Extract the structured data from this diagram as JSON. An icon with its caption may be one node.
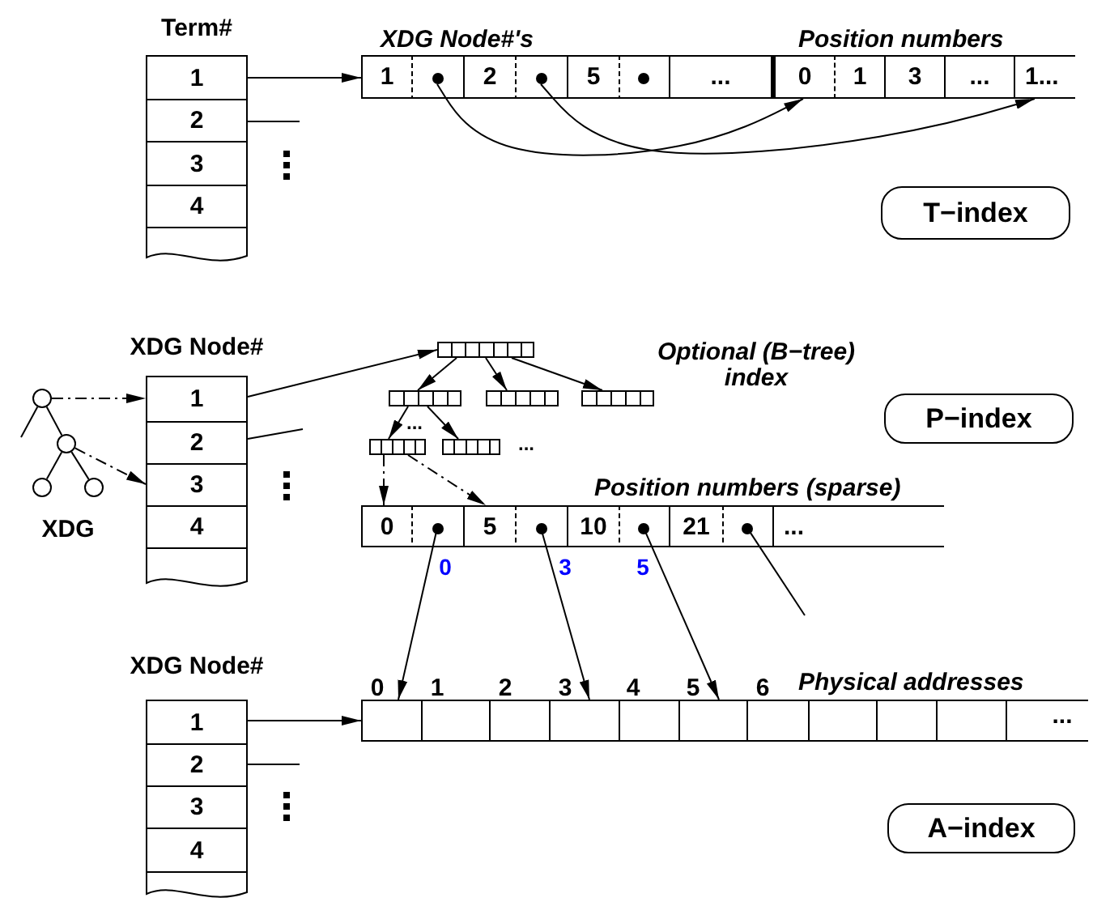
{
  "diagram": {
    "nodes": [
      {
        "text": [
          "Term#"
        ]
      },
      {
        "text": [
          "1"
        ],
        "in": 0
      },
      {
        "text": [
          "2"
        ],
        "in": 0
      },
      {
        "text": [
          "3"
        ],
        "in": 0
      },
      {
        "text": [
          "4"
        ],
        "in": 0
      },
      {
        "text": [],
        "shape": "box",
        "in": 0
      },
      {
        "text": [
          "XDG Node#'s",
          "Position numbers"
        ]
      },
      {
        "text": [
          "1"
        ],
        "in": 6
      },
      {
        "text": [],
        "shape": "circle",
        "in": 6
      },
      {
        "text": [
          "2"
        ],
        "in": 6
      },
      {
        "text": [],
        "shape": "circle",
        "in": 6
      },
      {
        "text": [
          "5"
        ],
        "in": 6
      },
      {
        "text": [],
        "shape": "circle",
        "in": 6
      },
      {
        "text": [
          "..."
        ],
        "in": 6
      },
      {
        "text": [
          "0"
        ],
        "in": 6
      },
      {
        "text": [
          "1"
        ],
        "in": 6
      },
      {
        "text": [
          "3"
        ],
        "in": 6
      },
      {
        "text": [
          "..."
        ],
        "in": 6
      },
      {
        "text": [
          "1..."
        ],
        "in": 6
      },
      {
        "text": [
          "T−index"
        ]
      },
      {
        "text": [],
        "shape": "circle"
      },
      {
        "text": [],
        "shape": "circle"
      },
      {
        "text": [],
        "shape": "circle"
      },
      {
        "text": [],
        "shape": "circle"
      },
      {
        "text": [
          "XDG Node#"
        ]
      },
      {
        "text": [
          "1"
        ],
        "in": 24
      },
      {
        "text": [
          "2"
        ],
        "in": 24
      },
      {
        "text": [
          "3"
        ],
        "in": 24
      },
      {
        "text": [
          "4"
        ],
        "in": 24
      },
      {
        "text": [],
        "shape": "box",
        "in": 24
      },
      {
        "text": [],
        "shape": "box"
      },
      {
        "text": [],
        "shape": "box"
      },
      {
        "text": [],
        "shape": "box"
      },
      {
        "text": [],
        "shape": "box"
      },
      {
        "text": [],
        "shape": "box"
      },
      {
        "text": [],
        "shape": "box"
      },
      {
        "text": [
          "Position numbers (sparse)"
        ]
      },
      {
        "text": [
          "0"
        ],
        "in": 36
      },
      {
        "text": [],
        "shape": "circle",
        "in": 36
      },
      {
        "text": [
          "5"
        ],
        "in": 36
      },
      {
        "text": [],
        "shape": "circle",
        "in": 36
      },
      {
        "text": [
          "10"
        ],
        "in": 36
      },
      {
        "text": [],
        "shape": "circle",
        "in": 36
      },
      {
        "text": [
          "21"
        ],
        "in": 36
      },
      {
        "text": [],
        "shape": "circle",
        "in": 36
      },
      {
        "text": [
          "..."
        ],
        "in": 36
      },
      {
        "text": [
          "P−index"
        ]
      },
      {
        "text": [
          "XDG Node#"
        ]
      },
      {
        "text": [
          "1"
        ],
        "in": 47
      },
      {
        "text": [
          "2"
        ],
        "in": 47
      },
      {
        "text": [
          "3"
        ],
        "in": 47
      },
      {
        "text": [
          "4"
        ],
        "in": 47
      },
      {
        "text": [],
        "shape": "box",
        "in": 47
      },
      {
        "text": [
          "Physical addresses"
        ]
      },
      {
        "text": [],
        "shape": "box",
        "in": 53
      },
      {
        "text": [],
        "shape": "box",
        "in": 53
      },
      {
        "text": [],
        "shape": "box",
        "in": 53
      },
      {
        "text": [],
        "shape": "box",
        "in": 53
      },
      {
        "text": [],
        "shape": "box",
        "in": 53
      },
      {
        "text": [],
        "shape": "box",
        "in": 53
      },
      {
        "text": [],
        "shape": "box",
        "in": 53
      },
      {
        "text": [],
        "shape": "box",
        "in": 53
      },
      {
        "text": [],
        "shape": "box",
        "in": 53
      },
      {
        "text": [],
        "shape": "box",
        "in": 53
      },
      {
        "text": [],
        "shape": "box",
        "in": 53
      },
      {
        "text": [
          "A−index"
        ]
      }
    ],
    "edges": [
      {
        "from": 1,
        "to": 6,
        "arrow": "to"
      },
      {
        "from": 2,
        "to": null,
        "arrow": "none"
      },
      {
        "from": 8,
        "to": 14,
        "arrow": "to"
      },
      {
        "from": 10,
        "to": 18,
        "arrow": "to"
      },
      {
        "from": 20,
        "to": 21,
        "arrow": "none"
      },
      {
        "from": 20,
        "to": null,
        "arrow": "none"
      },
      {
        "from": 21,
        "to": 22,
        "arrow": "none"
      },
      {
        "from": 21,
        "to": 23,
        "arrow": "none"
      },
      {
        "from": 20,
        "to": 25,
        "arrow": "to",
        "style": "dashed"
      },
      {
        "from": 21,
        "to": 27,
        "arrow": "to",
        "style": "dashed"
      },
      {
        "from": 25,
        "to": 30,
        "arrow": "to"
      },
      {
        "from": 26,
        "to": null,
        "arrow": "none"
      },
      {
        "from": 30,
        "to": 31,
        "arrow": "to"
      },
      {
        "from": 30,
        "to": 32,
        "arrow": "to"
      },
      {
        "from": 30,
        "to": 33,
        "arrow": "to"
      },
      {
        "from": 31,
        "to": 34,
        "arrow": "to"
      },
      {
        "from": 31,
        "to": 35,
        "arrow": "to"
      },
      {
        "from": 34,
        "to": 37,
        "arrow": "to",
        "style": "dashed"
      },
      {
        "from": 34,
        "to": 39,
        "arrow": "to",
        "style": "dashed"
      },
      {
        "from": 38,
        "to": 54,
        "arrow": "to",
        "label": "0"
      },
      {
        "from": 40,
        "to": 57,
        "arrow": "to",
        "label": "3"
      },
      {
        "from": 42,
        "to": 59,
        "arrow": "to",
        "label": "5"
      },
      {
        "from": 44,
        "to": null,
        "arrow": "none"
      },
      {
        "from": 48,
        "to": 53,
        "arrow": "to"
      },
      {
        "from": 49,
        "to": null,
        "arrow": "none"
      }
    ],
    "labels": [
      "Optional (B−tree) index",
      "...",
      "...",
      "XDG",
      "0",
      "1",
      "2",
      "3",
      "4",
      "5",
      "6",
      "..."
    ]
  }
}
